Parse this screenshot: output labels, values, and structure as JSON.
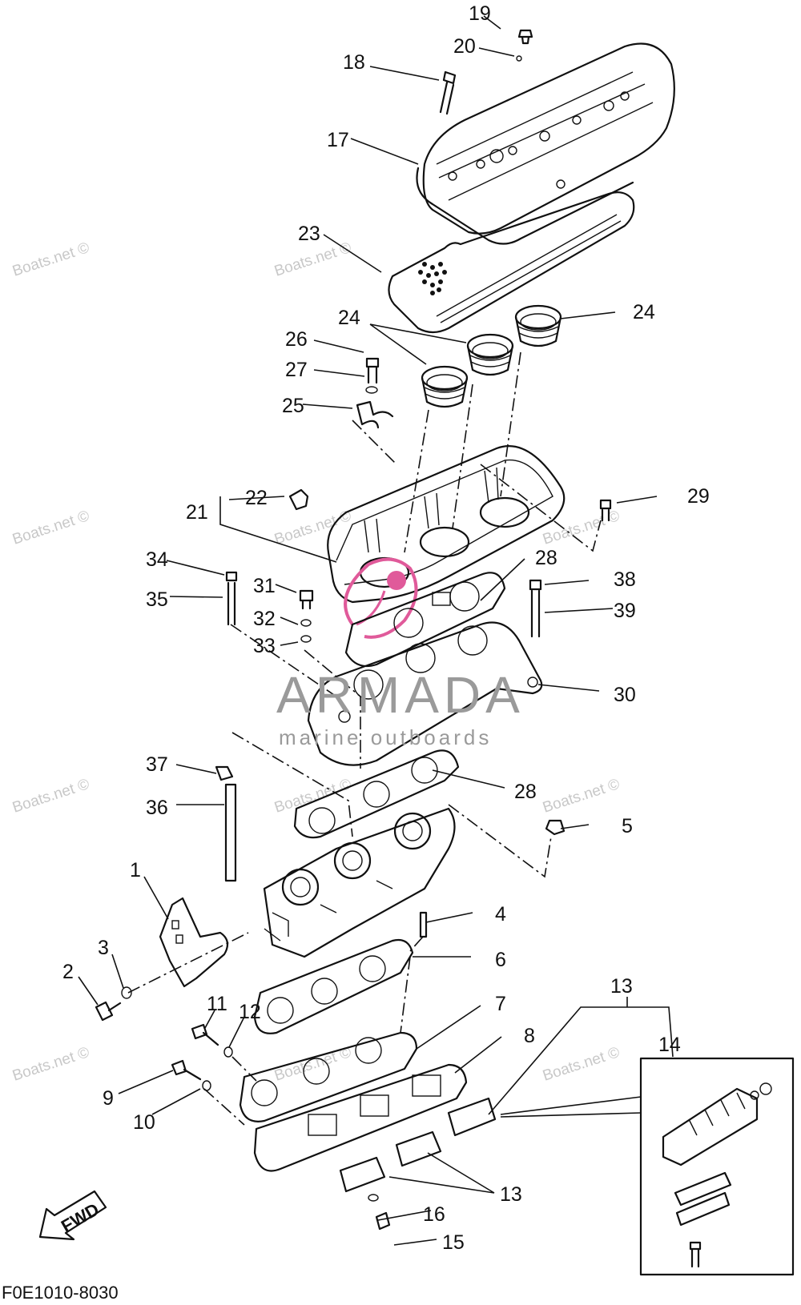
{
  "diagram_code": "F0E1010-8030",
  "fwd_label": "FWD",
  "brand": {
    "name": "ARMADA",
    "tagline": "marine outboards"
  },
  "watermark": "Boats.net ©",
  "callouts": [
    "1",
    "2",
    "3",
    "4",
    "5",
    "6",
    "7",
    "8",
    "9",
    "10",
    "11",
    "12",
    "13",
    "13",
    "14",
    "15",
    "16",
    "17",
    "18",
    "19",
    "20",
    "21",
    "22",
    "23",
    "24",
    "24",
    "25",
    "26",
    "27",
    "28",
    "28",
    "29",
    "30",
    "31",
    "32",
    "33",
    "34",
    "35",
    "36",
    "37",
    "38",
    "39"
  ],
  "colors": {
    "line": "#111111",
    "watermark": "#c8c8c8",
    "brand_text": "#9a9a9a",
    "brand_logo": "#e05a9a"
  }
}
